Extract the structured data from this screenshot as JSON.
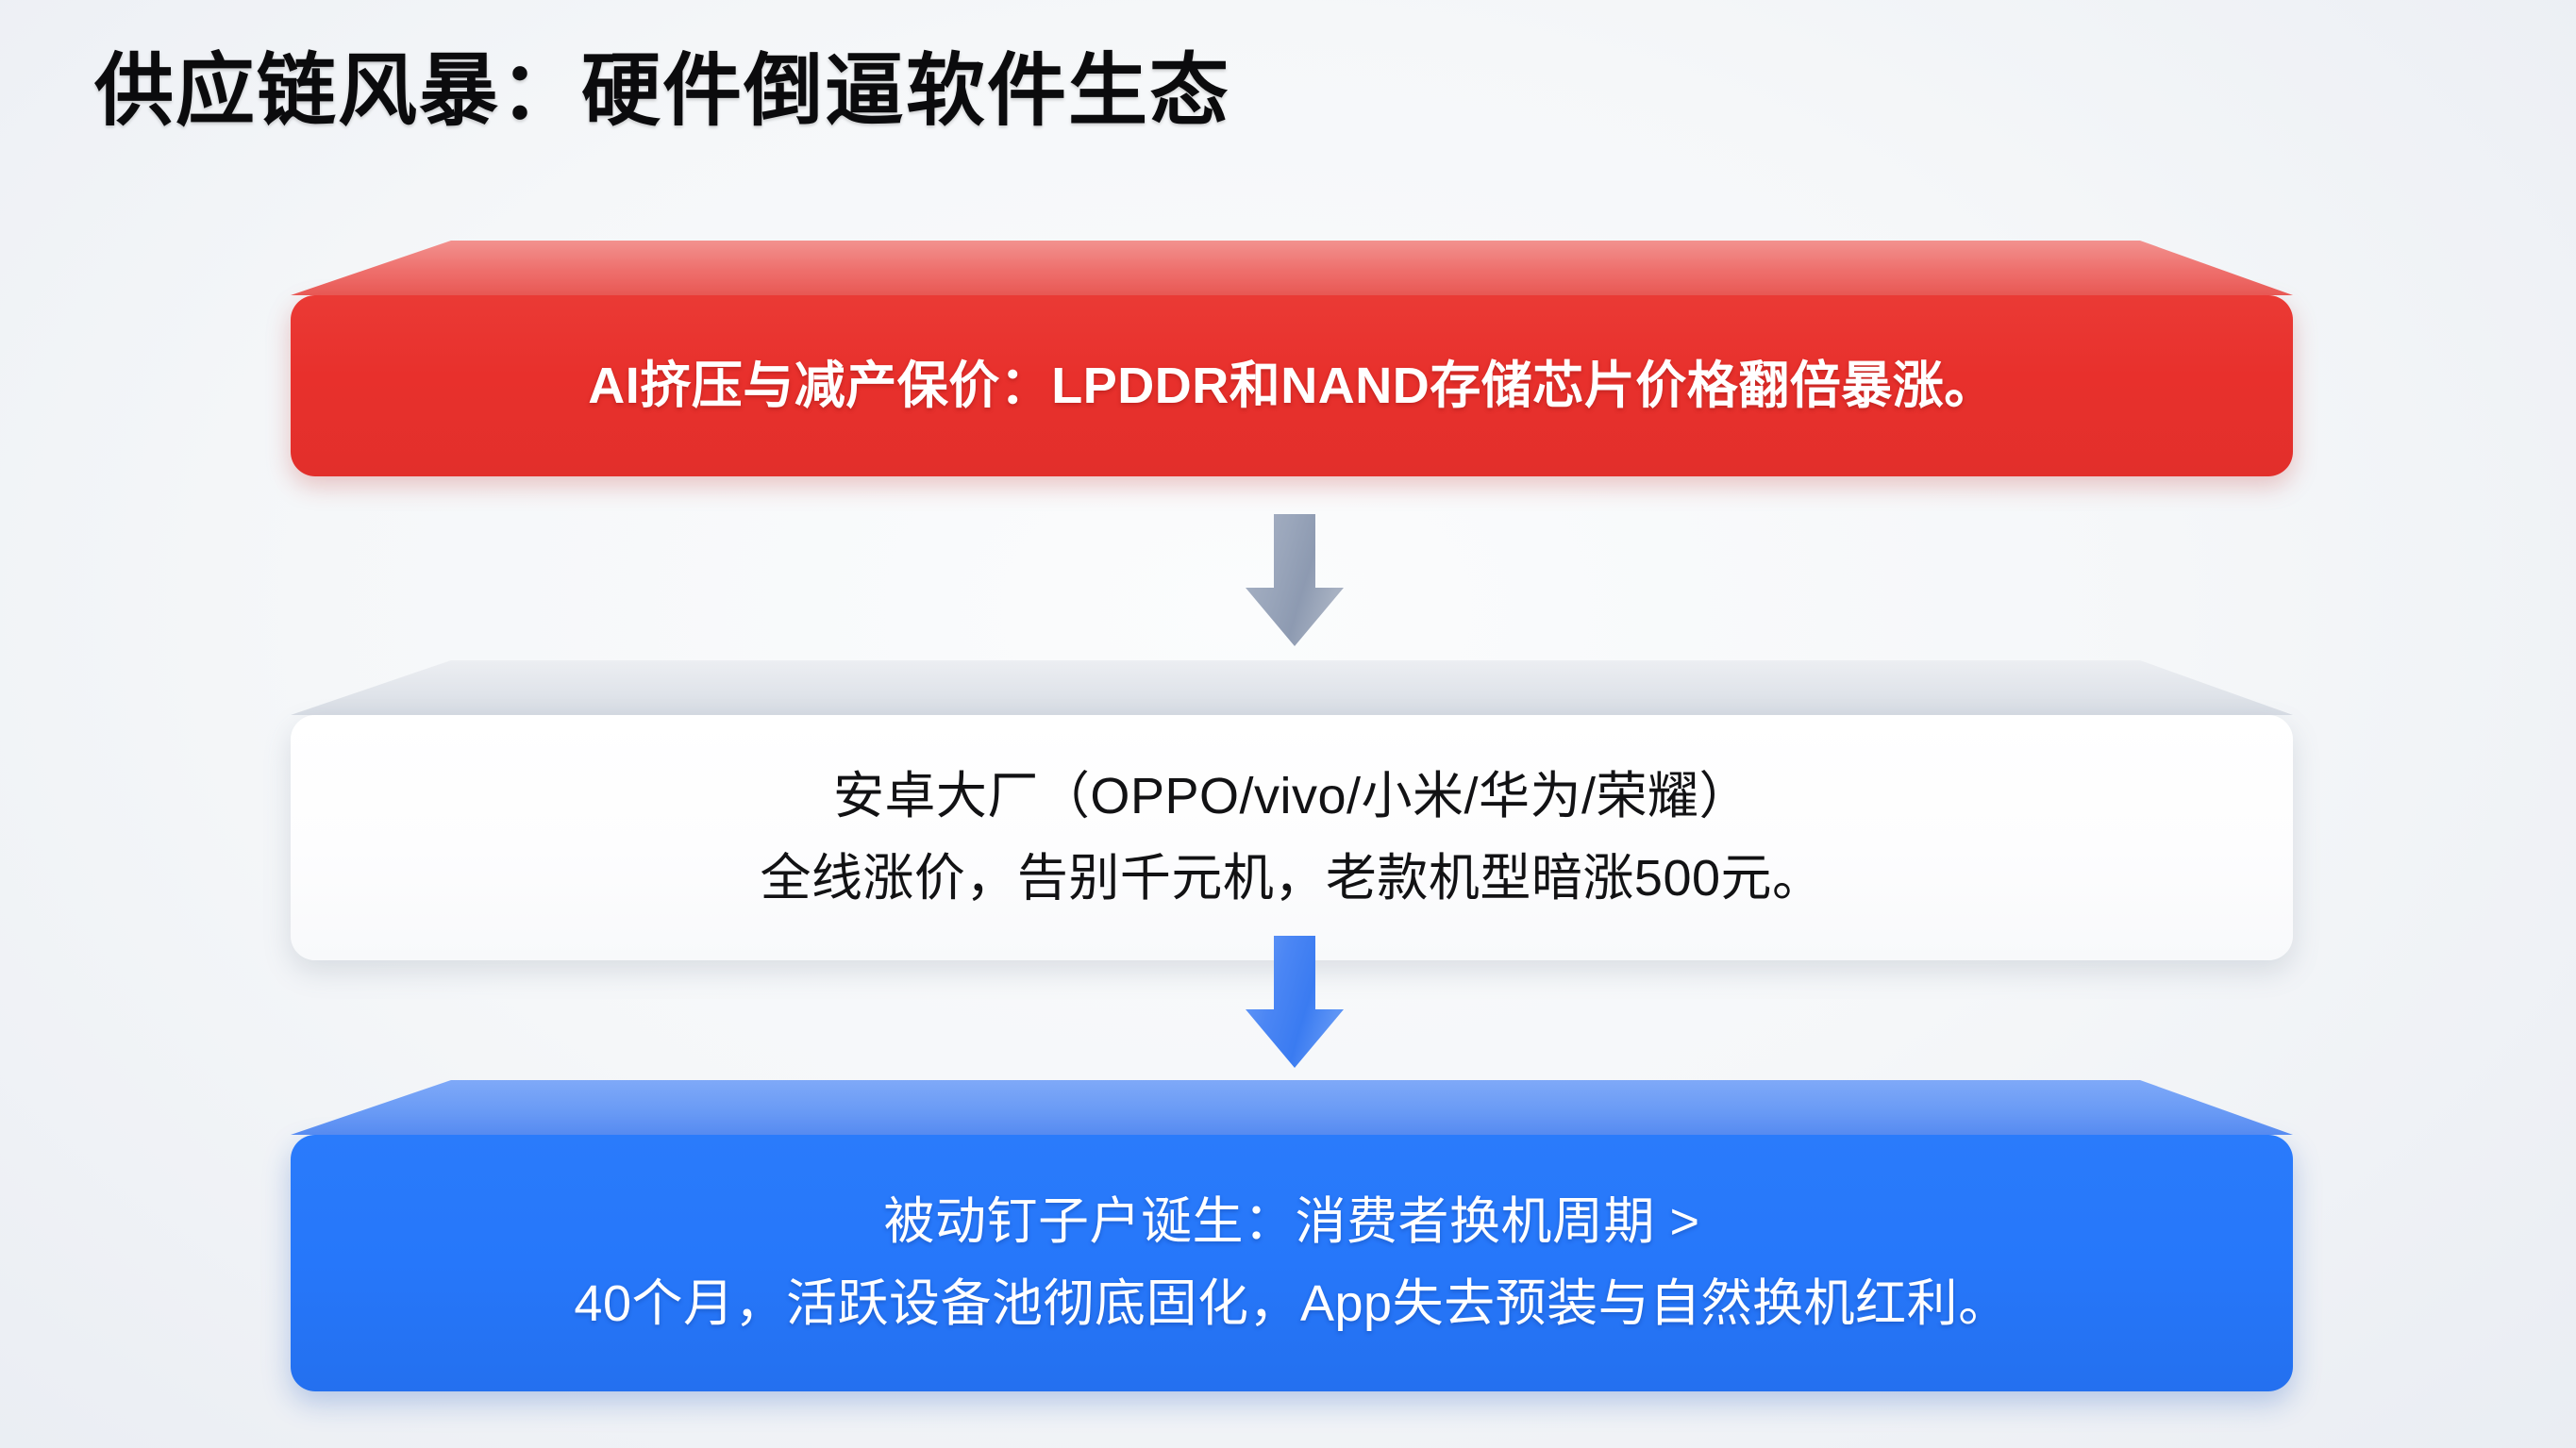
{
  "slide": {
    "title": "供应链风暴：硬件倒逼软件生态",
    "background_color": "#eff2f6"
  },
  "flow": {
    "steps": [
      {
        "id": "supply-shock",
        "name": "supply-shock-box",
        "color": "#e8302c",
        "top_color": "#ee6f6c",
        "text_color": "#ffffff",
        "lines": [
          "AI挤压与减产保价：LPDDR和NAND存储芯片价格翻倍暴涨。"
        ]
      },
      {
        "id": "oem-pricing",
        "name": "android-oem-box",
        "color": "#ffffff",
        "top_color": "#dfe3e9",
        "text_color": "#121214",
        "lines": [
          "安卓大厂（OPPO/vivo/小米/华为/荣耀）",
          "全线涨价，告别千元机，老款机型暗涨500元。"
        ]
      },
      {
        "id": "user-lockin",
        "name": "passive-holdout-box",
        "color": "#2677fa",
        "top_color": "#6a9bf5",
        "text_color": "#ffffff",
        "lines": [
          "被动钉子户诞生：消费者换机周期 >",
          "40个月，活跃设备池彻底固化，App失去预装与自然换机红利。"
        ]
      }
    ],
    "connectors": [
      {
        "id": "arrow-1",
        "name": "down-arrow-icon",
        "color": "#97a3b8",
        "from": "supply-shock",
        "to": "oem-pricing"
      },
      {
        "id": "arrow-2",
        "name": "down-arrow-icon",
        "color": "#3d7ef2",
        "from": "oem-pricing",
        "to": "user-lockin"
      }
    ]
  }
}
